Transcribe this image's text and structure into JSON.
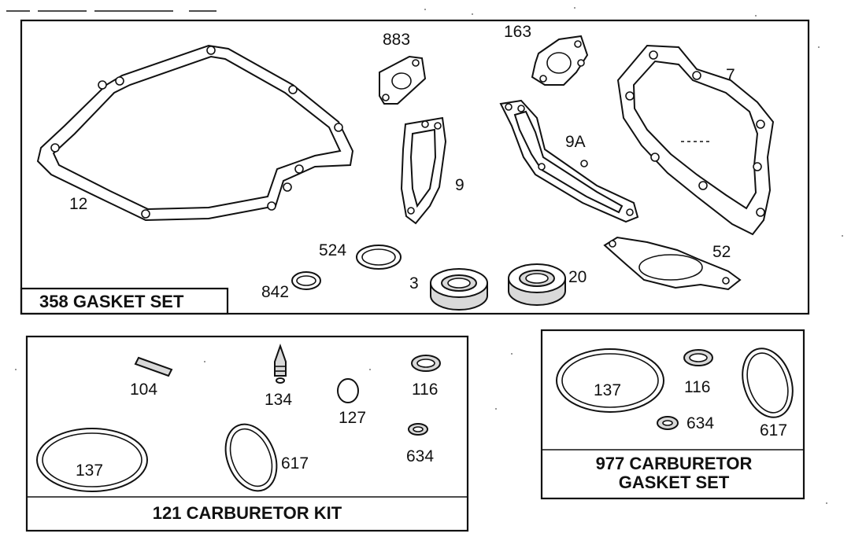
{
  "kits": {
    "gasket_set": {
      "title": "358 GASKET SET"
    },
    "carb_kit": {
      "title": "121 CARBURETOR KIT"
    },
    "carb_gasket_set": {
      "title_line1": "977 CARBURETOR",
      "title_line2": "GASKET SET"
    }
  },
  "parts": {
    "p12": "12",
    "p883": "883",
    "p163": "163",
    "p7": "7",
    "p9": "9",
    "p9a": "9A",
    "p524": "524",
    "p842": "842",
    "p3": "3",
    "p20": "20",
    "p52": "52",
    "p104": "104",
    "p134": "134",
    "p127": "127",
    "p116": "116",
    "p634": "634",
    "p137": "137",
    "p617": "617",
    "p137b": "137",
    "p116b": "116",
    "p634b": "634",
    "p617b": "617"
  }
}
